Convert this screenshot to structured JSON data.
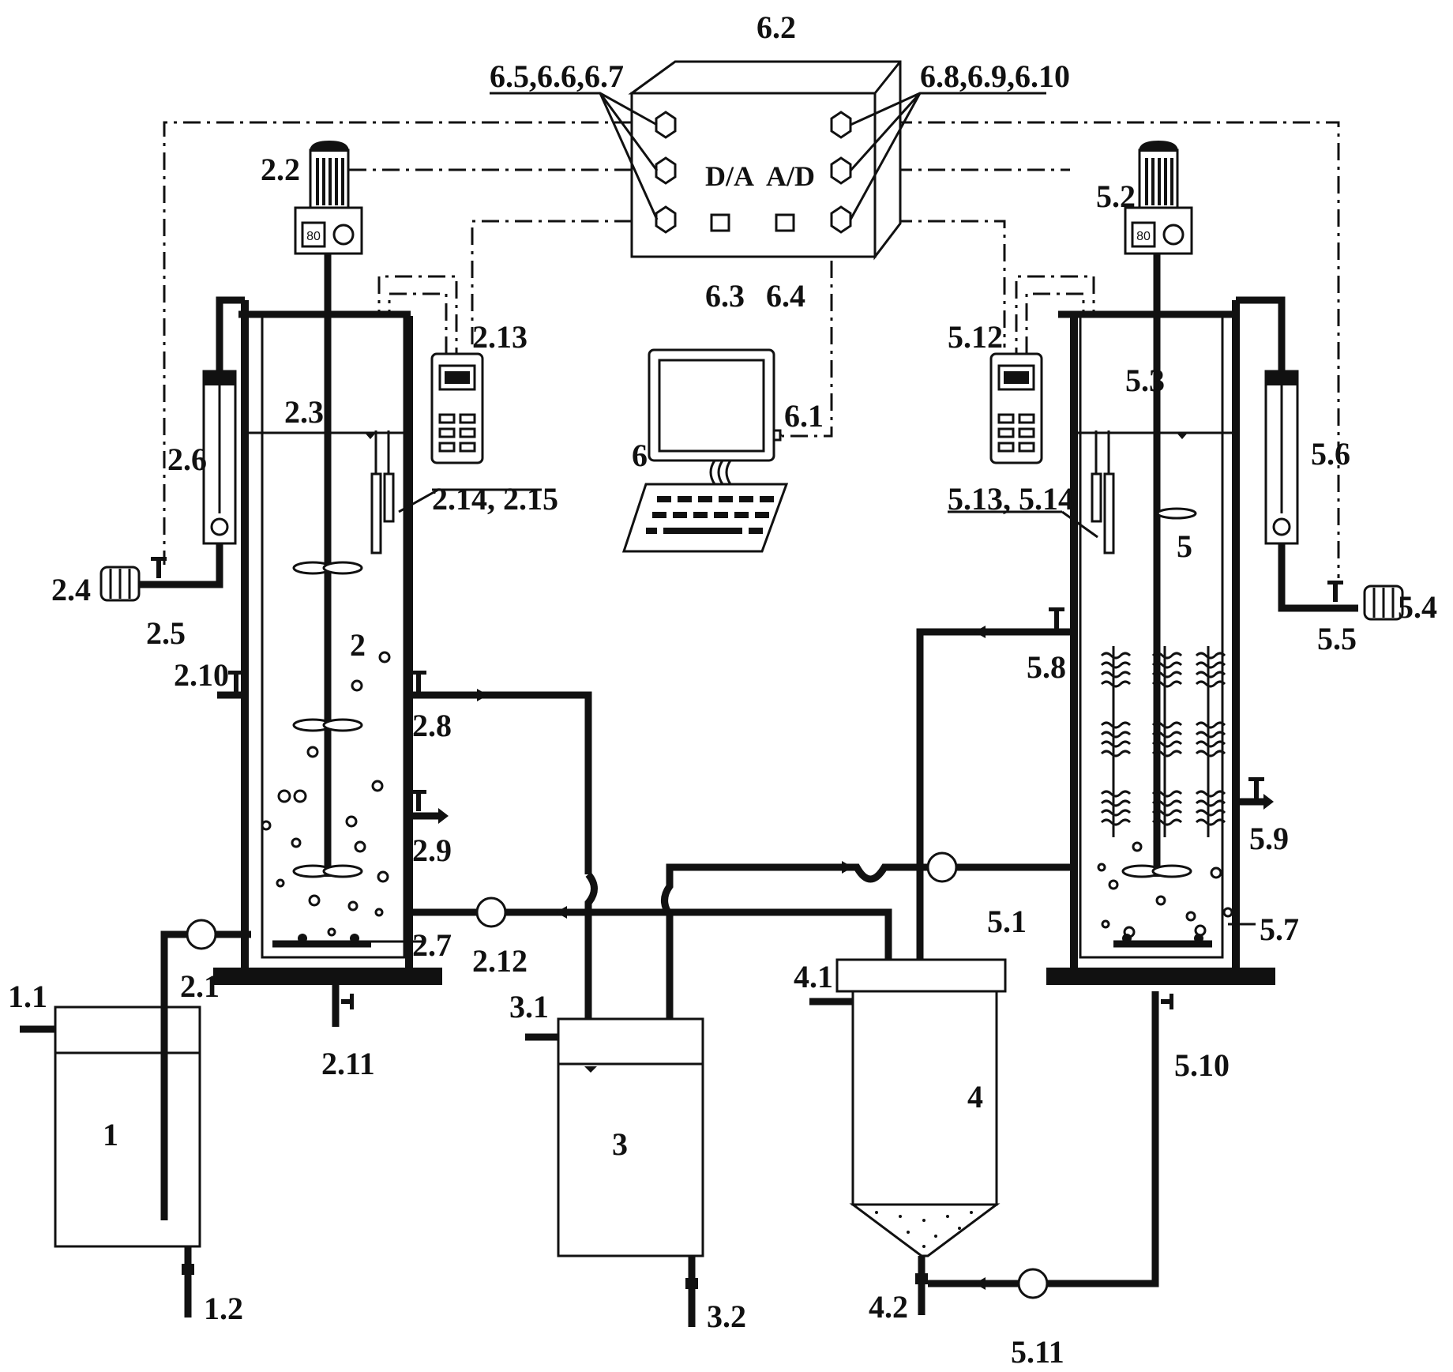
{
  "labels": {
    "tank1": "1",
    "inlet_1_1": "1.1",
    "outlet_1_2": "1.2",
    "reactor2": "2",
    "pump_2_1": "2.1",
    "motor_2_2": "2.2",
    "stirrer_2_3": "2.3",
    "airpump_2_4": "2.4",
    "valve_2_5": "2.5",
    "flowmeter_2_6": "2.6",
    "aerator_2_7": "2.7",
    "valve_2_8": "2.8",
    "valve_2_9": "2.9",
    "valve_2_10": "2.10",
    "valve_2_11": "2.11",
    "pump_2_12": "2.12",
    "meter_2_13": "2.13",
    "probes_2_14_2_15": "2.14, 2.15",
    "tank3": "3",
    "inlet_3_1": "3.1",
    "outlet_3_2": "3.2",
    "settler4": "4",
    "overflow_4_1": "4.1",
    "outlet_4_2": "4.2",
    "reactor5": "5",
    "pump_5_1": "5.1",
    "motor_5_2": "5.2",
    "stirrer_5_3": "5.3",
    "airpump_5_4": "5.4",
    "valve_5_5": "5.5",
    "flowmeter_5_6": "5.6",
    "aerator_5_7": "5.7",
    "valve_5_8": "5.8",
    "valve_5_9": "5.9",
    "valve_5_10": "5.10",
    "pump_5_11": "5.11",
    "meter_5_12": "5.12",
    "probes_5_13_5_14": "5.13, 5.14",
    "computer6": "6",
    "port_6_1": "6.1",
    "controller_6_2": "6.2",
    "card_6_3": "6.3",
    "card_6_4": "6.4",
    "ports_left": "6.5,6.6,6.7",
    "ports_right": "6.8,6.9,6.10",
    "da": "D/A",
    "ad": "A/D",
    "motor_display": "80"
  }
}
